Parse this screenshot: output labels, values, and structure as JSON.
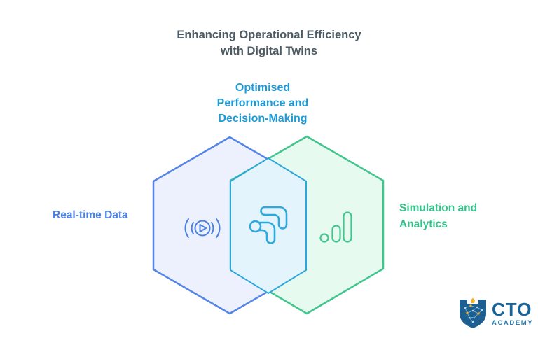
{
  "title": {
    "lines": [
      "Enhancing Operational Efficiency",
      "with Digital Twins"
    ],
    "color": "#4b5a63"
  },
  "venn": {
    "top_label": {
      "lines": [
        "Optimised",
        "Performance and",
        "Decision-Making"
      ],
      "color": "#1e9bd6"
    },
    "left_label": {
      "text": "Real-time Data",
      "color": "#4a80e4"
    },
    "right_label": {
      "lines": [
        "Simulation and",
        "Analytics"
      ],
      "color": "#35c38b"
    },
    "hexagons": {
      "left": {
        "fill": "#edf1fd",
        "stroke": "#5585e8"
      },
      "right": {
        "fill": "#e7faf0",
        "stroke": "#41c58c"
      },
      "center": {
        "fill": "#e4f4fc",
        "stroke": "#2ba7dc"
      }
    },
    "icons": {
      "left": {
        "name": "live-stream-icon",
        "color": "#4a80e4"
      },
      "center": {
        "name": "digital-twin-logo-icon",
        "color": "#2fa9dd"
      },
      "right": {
        "name": "analytics-bars-icon",
        "color": "#41c58c"
      }
    }
  },
  "logo": {
    "brand": "CTO",
    "sub": "ACADEMY",
    "brand_color": "#19639b",
    "sub_color": "#2c7cb3",
    "shield_color": "#1d5f91",
    "accent_color": "#f2b32a",
    "network_color": "#7db9e0"
  }
}
